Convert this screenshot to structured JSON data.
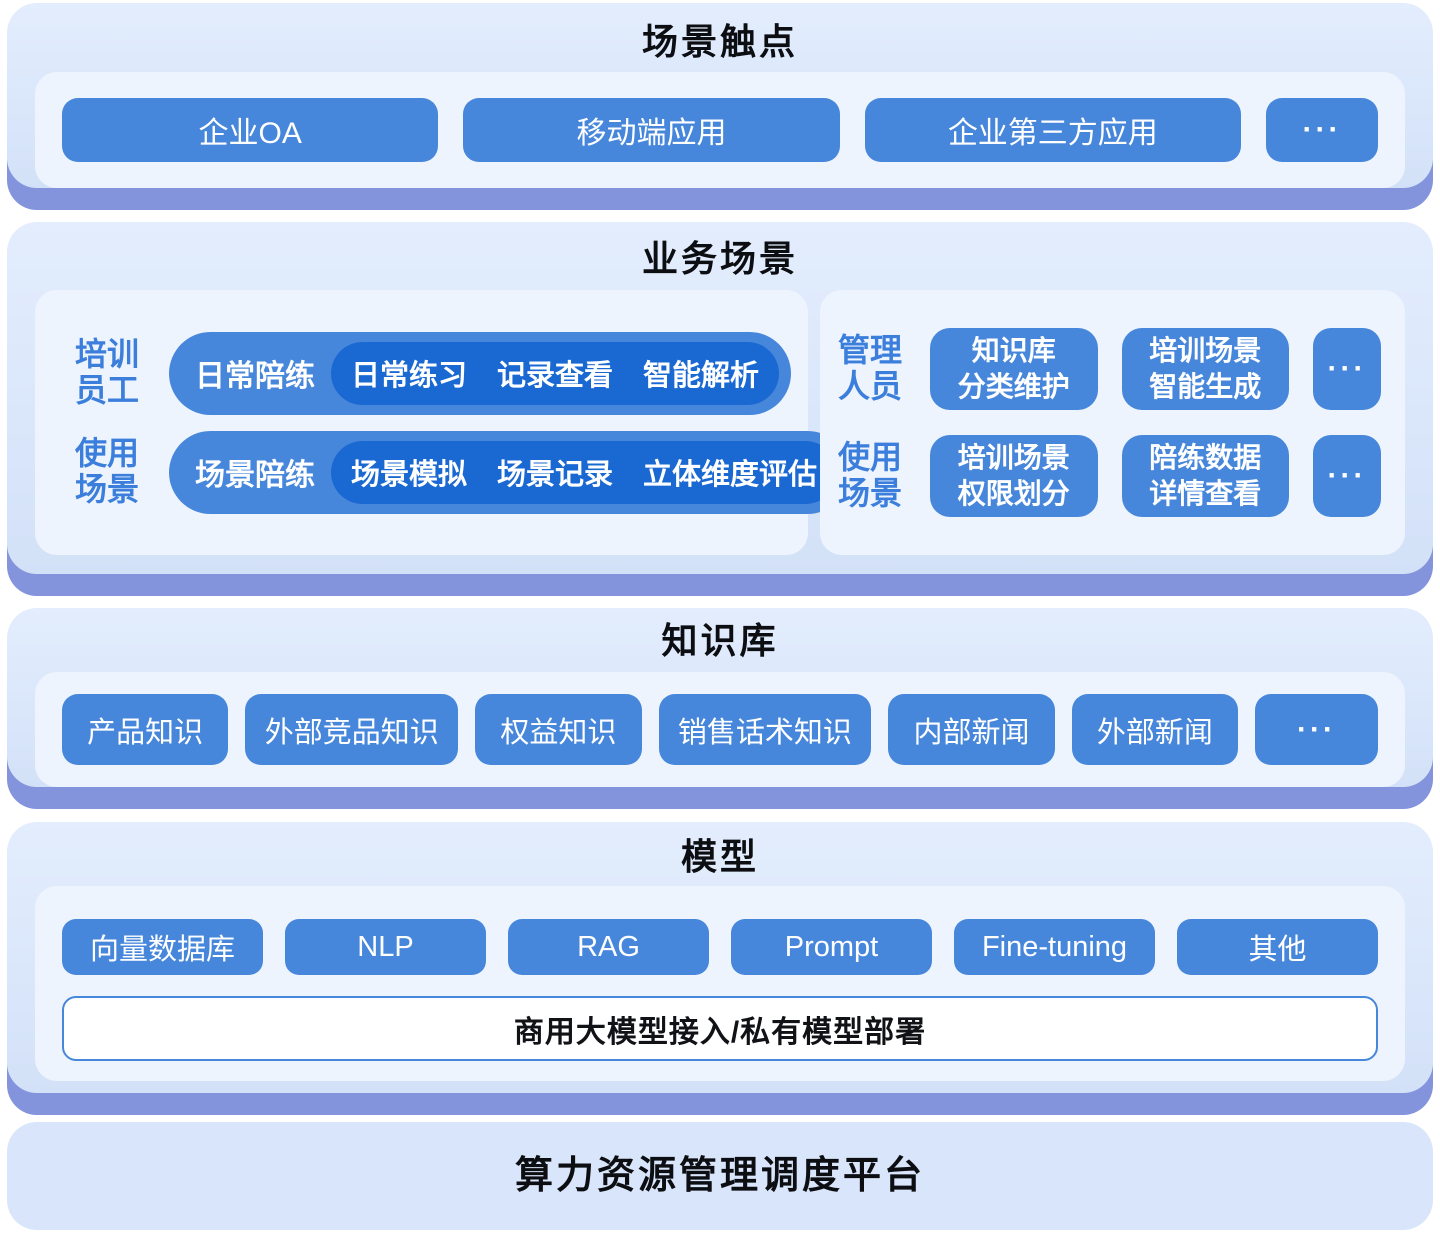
{
  "colors": {
    "band_bg_top": "#e3edfd",
    "band_bg_bottom": "#d3e1f8",
    "band_shadow": "#8394dd",
    "panel_bg": "#edf4fe",
    "button_blue": "#4787db",
    "pill_dark_blue": "#1a69d2",
    "label_blue": "#3b7edb",
    "title_black": "#0c0e12"
  },
  "touchpoints": {
    "title": "场景触点",
    "buttons": [
      "企业OA",
      "移动端应用",
      "企业第三方应用"
    ],
    "more": "···"
  },
  "business": {
    "title": "业务场景",
    "left": {
      "rows": [
        {
          "label": [
            "培训",
            "员工"
          ],
          "pill_label": "日常陪练",
          "items": [
            "日常练习",
            "记录查看",
            "智能解析"
          ]
        },
        {
          "label": [
            "使用",
            "场景"
          ],
          "pill_label": "场景陪练",
          "items": [
            "场景模拟",
            "场景记录",
            "立体维度评估"
          ]
        }
      ]
    },
    "right": {
      "rows": [
        {
          "label": [
            "管理",
            "人员"
          ],
          "buttons": [
            [
              "知识库",
              "分类维护"
            ],
            [
              "培训场景",
              "智能生成"
            ]
          ],
          "more": "···"
        },
        {
          "label": [
            "使用",
            "场景"
          ],
          "buttons": [
            [
              "培训场景",
              "权限划分"
            ],
            [
              "陪练数据",
              "详情查看"
            ]
          ],
          "more": "···"
        }
      ]
    }
  },
  "knowledge": {
    "title": "知识库",
    "buttons": [
      "产品知识",
      "外部竞品知识",
      "权益知识",
      "销售话术知识",
      "内部新闻",
      "外部新闻"
    ],
    "more": "···"
  },
  "model": {
    "title": "模型",
    "buttons": [
      "向量数据库",
      "NLP",
      "RAG",
      "Prompt",
      "Fine-tuning",
      "其他"
    ],
    "bar": "商用大模型接入/私有模型部署"
  },
  "platform": {
    "title": "算力资源管理调度平台"
  }
}
